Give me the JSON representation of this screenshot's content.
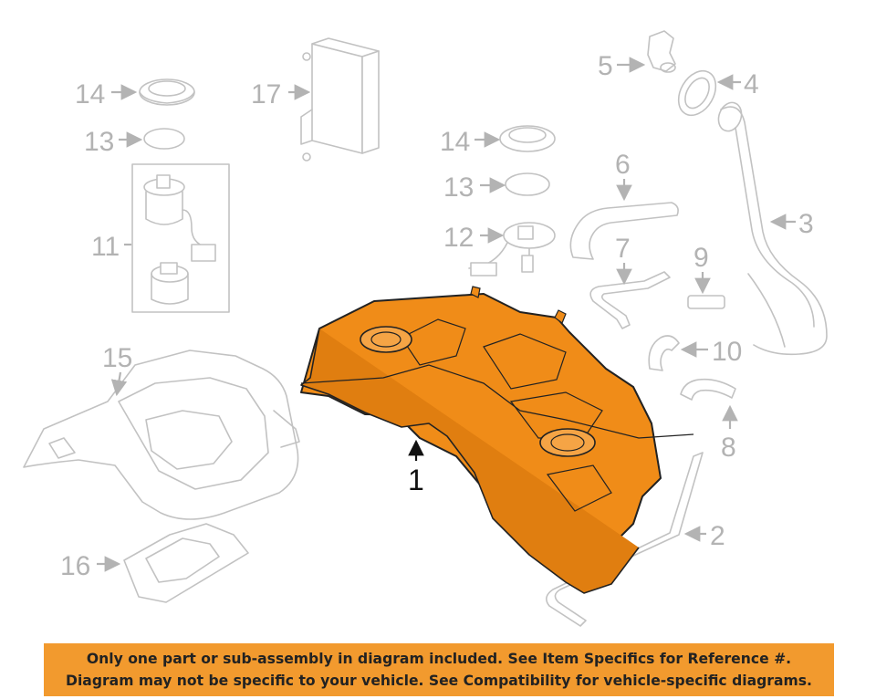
{
  "diagram": {
    "callouts": {
      "c1": "1",
      "c2": "2",
      "c3": "3",
      "c4": "4",
      "c5": "5",
      "c6": "6",
      "c7": "7",
      "c8": "8",
      "c9": "9",
      "c10": "10",
      "c11": "11",
      "c12": "12",
      "c13a": "13",
      "c13b": "13",
      "c14a": "14",
      "c14b": "14",
      "c15": "15",
      "c16": "16",
      "c17": "17"
    },
    "highlight_color": "#f08c18",
    "line_color": "#c2c2c2"
  },
  "banner": {
    "line1": "Only one part or sub-assembly in diagram included. See Item Specifics for Reference #.",
    "line2": "Diagram may not be specific to your vehicle. See Compatibility for vehicle-specific diagrams.",
    "background": "#f29a2e"
  }
}
